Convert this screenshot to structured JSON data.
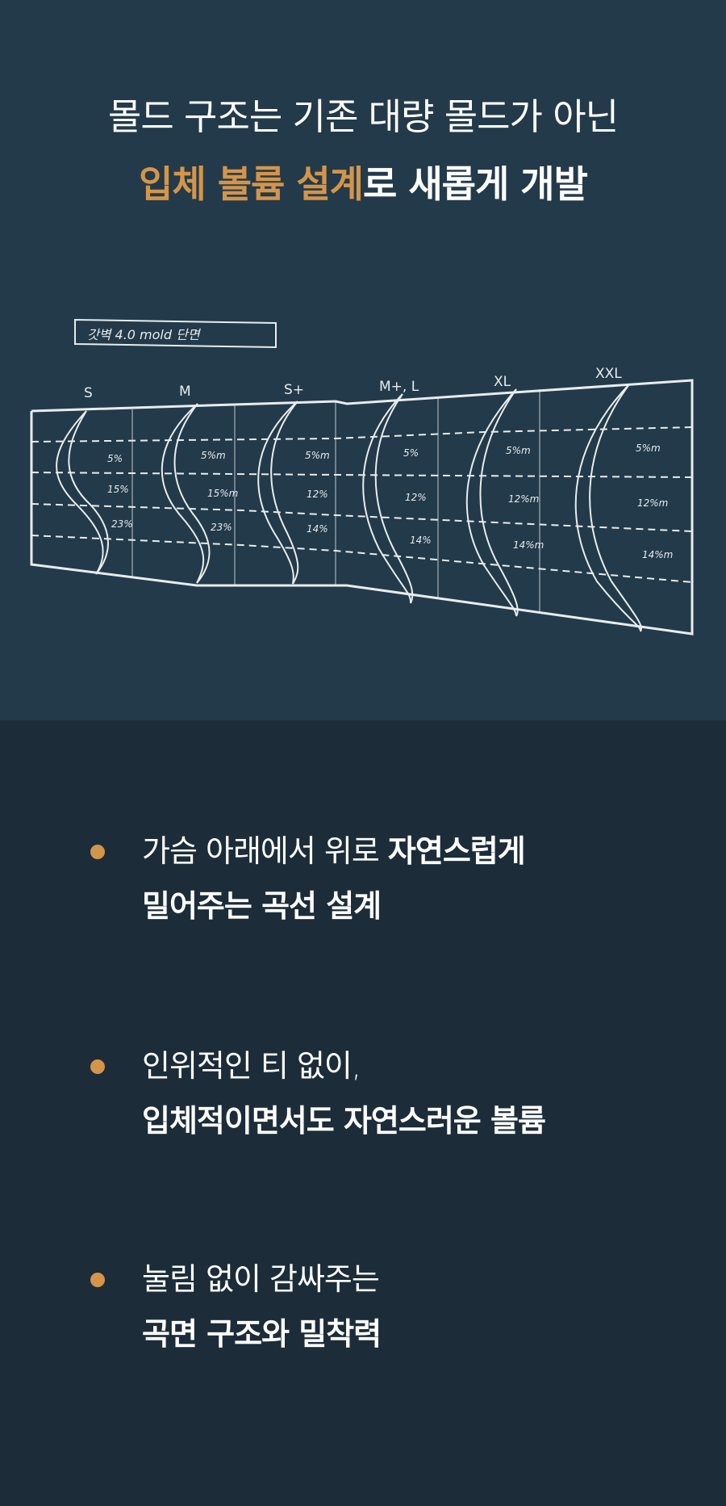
{
  "heading": {
    "line1": "몰드 구조는 기존 대량 몰드가 아닌",
    "line2_accent": "입체 볼륨 설계",
    "line2_rest": "로 새롭게 개발"
  },
  "sketch": {
    "label": "갓벽 4.0 mold 단면",
    "sizes": [
      "S",
      "M",
      "S+",
      "M+, L",
      "XL",
      "XXL"
    ],
    "percents": [
      [
        "5%",
        "15%",
        "23%"
      ],
      [
        "5%m",
        "15%m",
        "23%"
      ],
      [
        "5%m",
        "12%",
        "14%"
      ],
      [
        "5%",
        "12%",
        "14%"
      ],
      [
        "5%m",
        "12%m",
        "14%m"
      ],
      [
        "5%m",
        "12%m",
        "14%m"
      ]
    ]
  },
  "features": [
    {
      "line1_light": "가슴 아래에서 위로 ",
      "line1_bold": "자연스럽게",
      "line2": "밀어주는 곡선 설계"
    },
    {
      "line1_light": "인위적인 티 없이,",
      "line1_bold": "",
      "line2": "입체적이면서도 자연스러운 볼륨"
    },
    {
      "line1_light": "눌림 없이 감싸주는",
      "line1_bold": "",
      "line2": "곡면 구조와 밀착력"
    }
  ],
  "colors": {
    "accent": "#d4954a",
    "top_bg": "#233a4a",
    "bottom_bg": "#1c2d39"
  }
}
